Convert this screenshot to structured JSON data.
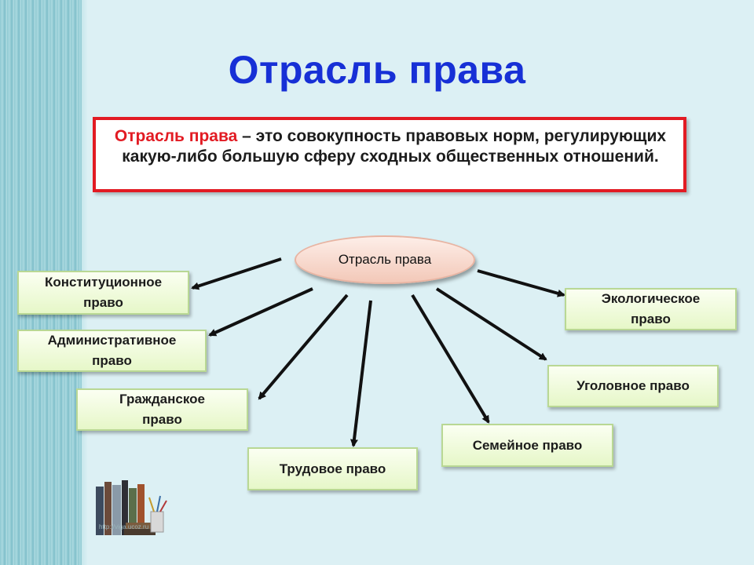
{
  "title": "Отрасль права",
  "definition": {
    "term": "Отрасль права",
    "text": " – это совокупность правовых норм, регулирующих какую-либо большую сферу сходных общественных отношений."
  },
  "diagram": {
    "center": "Отрасль права",
    "branches": [
      {
        "label": "Конституционное право"
      },
      {
        "label": "Административное право"
      },
      {
        "label": "Гражданское право"
      },
      {
        "label": "Трудовое право"
      },
      {
        "label": "Семейное право"
      },
      {
        "label": "Уголовное право"
      },
      {
        "label": "Экологическое право"
      }
    ]
  },
  "colors": {
    "title": "#1730d6",
    "definition_border": "#e21b23",
    "definition_term": "#e21b23",
    "arrow": "#111111"
  },
  "footer_url": "http://viga.ucoz.ru"
}
